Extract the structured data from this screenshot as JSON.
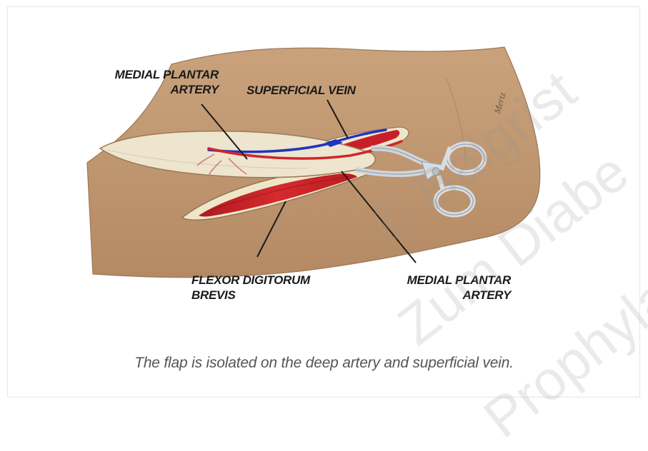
{
  "labels": {
    "medial_plantar_artery_top": "MEDIAL PLANTAR\nARTERY",
    "superficial_vein": "SUPERFICIAL VEIN",
    "flexor_digitorum_brevis": "FLEXOR DIGITORUM\nBREVIS",
    "medial_plantar_artery_bottom": "MEDIAL PLANTAR\nARTERY"
  },
  "caption": "The flap is isolated on the deep artery and superficial vein.",
  "signature": "Mertz",
  "watermark": {
    "line1": "© Balgrist",
    "line2": "Zum Diabe",
    "line3": "Prophyla"
  },
  "colors": {
    "skin": "#c49a72",
    "skin_shadow": "#a27c5c",
    "flap": "#ece4cc",
    "artery": "#d0262b",
    "vein": "#2233c0",
    "muscle": "#c81e24",
    "retractor": "#d8dde2"
  }
}
